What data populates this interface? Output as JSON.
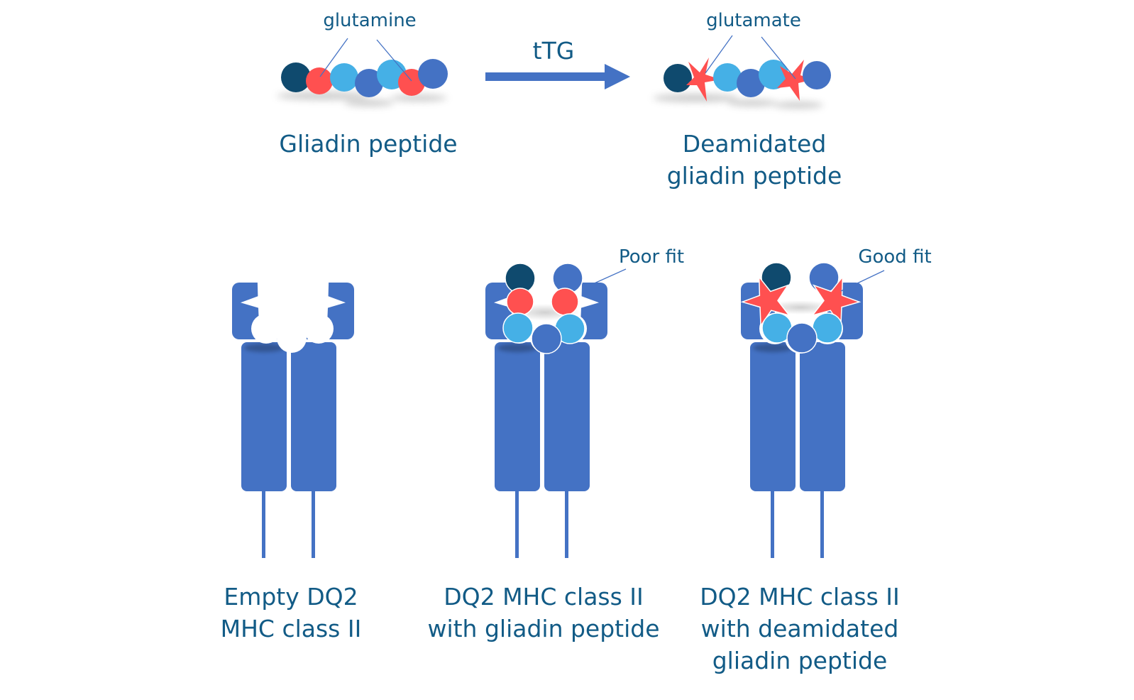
{
  "diagram": {
    "topic": "Gliadin deamidation by tTG and DQ2 MHC class II binding",
    "colors": {
      "text": "#125b86",
      "mhc_blue": "#4472c4",
      "dark_navy_residue": "#0f4a6e",
      "light_blue_residue": "#45b0e6",
      "medium_blue_residue": "#4472c4",
      "glutamine_red": "#ff5050",
      "glutamate_red_star": "#ff5050"
    },
    "top": {
      "native_peptide": {
        "label": "Gliadin peptide",
        "callout": "glutamine",
        "residues": [
          "dark-navy",
          "glutamine",
          "light-blue",
          "medium-blue",
          "light-blue",
          "glutamine",
          "medium-blue"
        ]
      },
      "arrow": {
        "label": "tTG"
      },
      "deamidated_peptide": {
        "label_line1": "Deamidated",
        "label_line2": "gliadin peptide",
        "callout": "glutamate",
        "residues": [
          "dark-navy",
          "glutamate",
          "light-blue",
          "medium-blue",
          "light-blue",
          "glutamate",
          "medium-blue"
        ]
      }
    },
    "bottom": {
      "mhc_empty": {
        "label_line1": "Empty DQ2",
        "label_line2": "MHC class II"
      },
      "mhc_native": {
        "label_line1": "DQ2 MHC class II",
        "label_line2": "with gliadin peptide",
        "callout": "Poor fit"
      },
      "mhc_deamidated": {
        "label_line1": "DQ2 MHC class II",
        "label_line2": "with deamidated",
        "label_line3": "gliadin peptide",
        "callout": "Good fit"
      }
    }
  }
}
